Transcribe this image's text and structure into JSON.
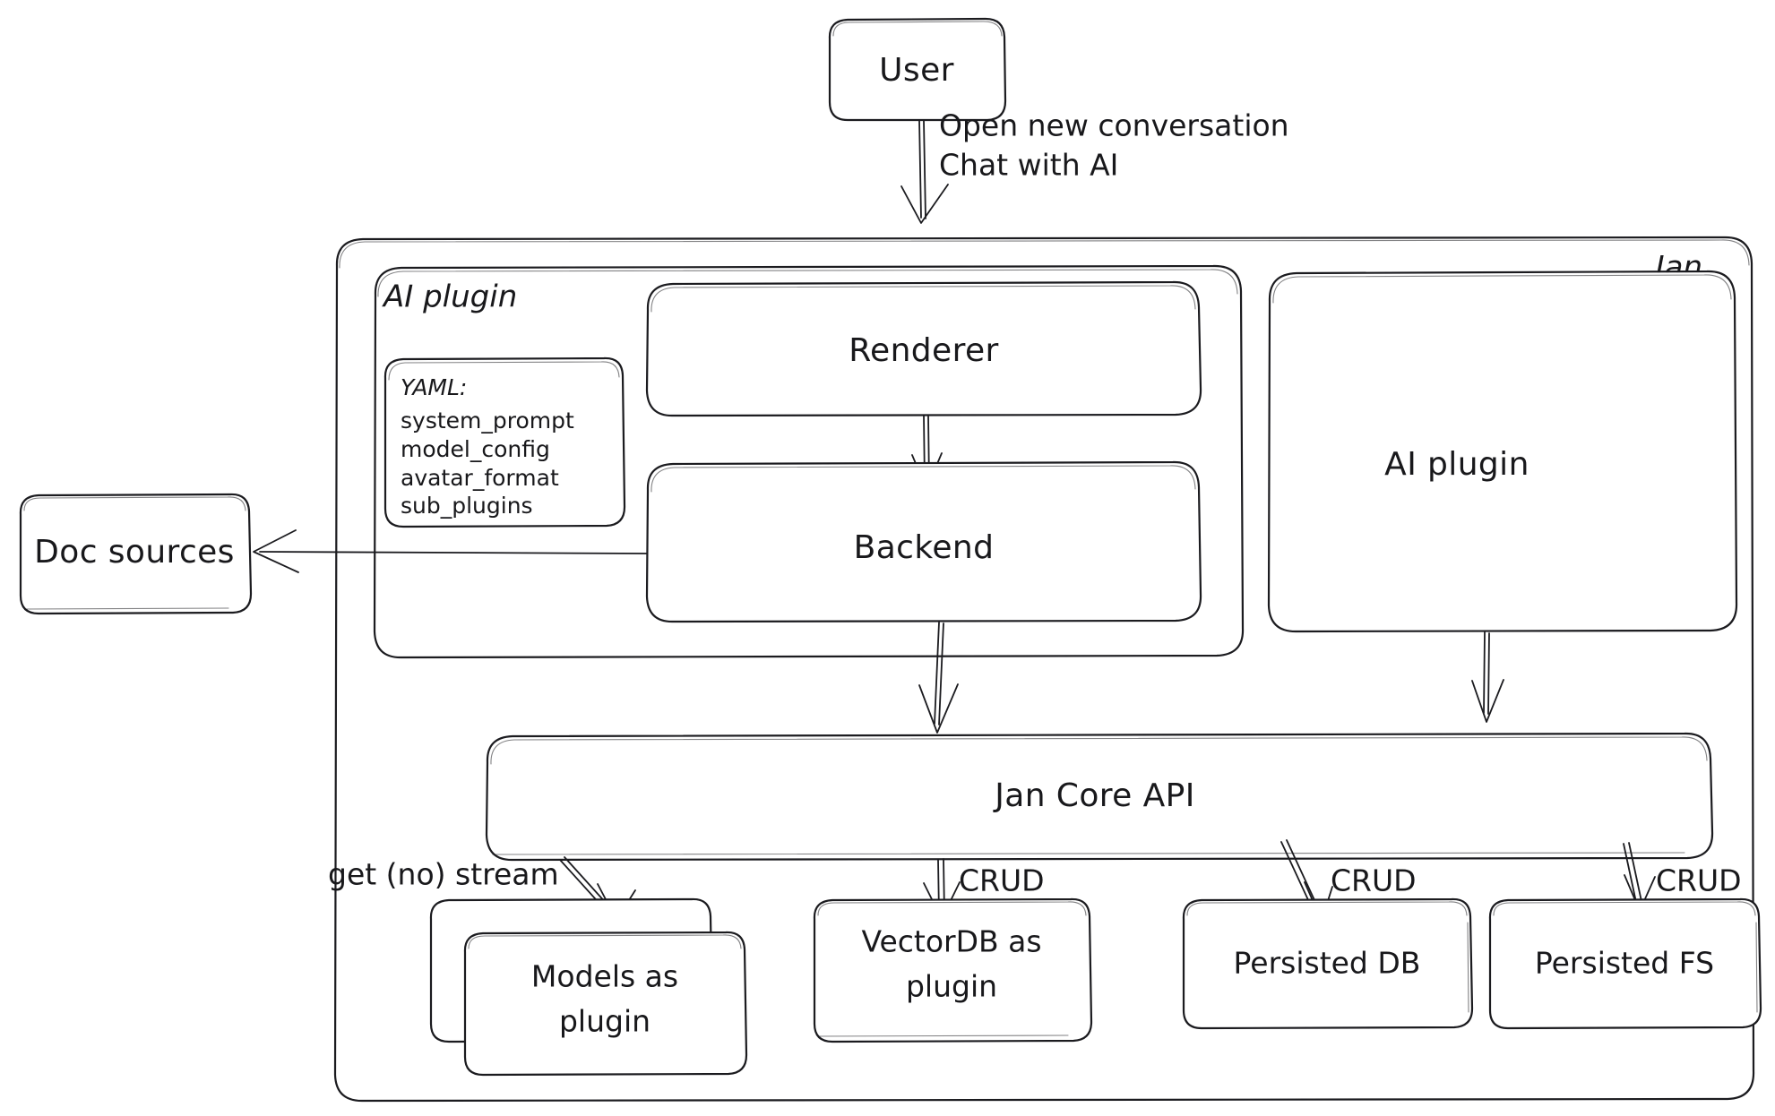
{
  "diagram": {
    "title_label": "Jan",
    "background": "#ffffff",
    "stroke_color": "#1b1b1f",
    "text_color": "#18181b",
    "style": "hand-drawn architecture diagram"
  },
  "nodes": {
    "user": {
      "label": "User"
    },
    "doc_sources": {
      "label": "Doc sources"
    },
    "ai_plugin_group": {
      "label": "AI plugin"
    },
    "renderer": {
      "label": "Renderer"
    },
    "backend": {
      "label": "Backend"
    },
    "ai_plugin_right": {
      "label": "AI plugin"
    },
    "jan_core_api": {
      "label": "Jan Core API"
    },
    "models_as_plugin": {
      "label_line1": "Models as",
      "label_line2": "plugin"
    },
    "vectordb_as_plugin": {
      "label_line1": "VectorDB as",
      "label_line2": "plugin"
    },
    "persisted_db": {
      "label": "Persisted DB"
    },
    "persisted_fs": {
      "label": "Persisted FS"
    }
  },
  "yaml_card": {
    "heading": "YAML:",
    "keys": [
      "system_prompt",
      "model_config",
      "avatar_format",
      "sub_plugins"
    ]
  },
  "edges": [
    {
      "id": "user-to-renderer",
      "label_line1": "Open new conversation",
      "label_line2": "Chat with AI",
      "from": "user",
      "to": "renderer"
    },
    {
      "id": "renderer-to-backend",
      "label": "",
      "from": "renderer",
      "to": "backend"
    },
    {
      "id": "backend-to-doc-sources",
      "label": "",
      "from": "backend",
      "to": "doc_sources"
    },
    {
      "id": "backend-to-core-api",
      "label": "",
      "from": "backend",
      "to": "jan_core_api"
    },
    {
      "id": "ai-plugin-to-core-api",
      "label": "",
      "from": "ai_plugin_right",
      "to": "jan_core_api"
    },
    {
      "id": "core-api-to-models",
      "label": "get (no) stream",
      "from": "jan_core_api",
      "to": "models_as_plugin"
    },
    {
      "id": "core-api-to-vectordb",
      "label": "CRUD",
      "from": "jan_core_api",
      "to": "vectordb_as_plugin"
    },
    {
      "id": "core-api-to-persisted-db",
      "label": "CRUD",
      "from": "jan_core_api",
      "to": "persisted_db"
    },
    {
      "id": "core-api-to-persisted-fs",
      "label": "CRUD",
      "from": "jan_core_api",
      "to": "persisted_fs"
    }
  ]
}
